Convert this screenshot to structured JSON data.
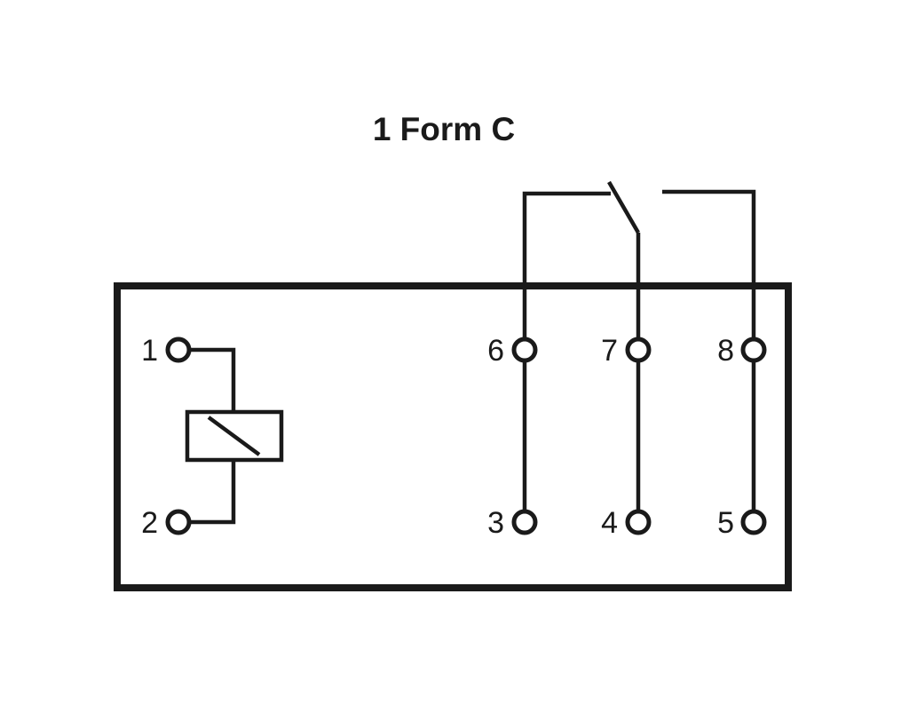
{
  "title": "1 Form C",
  "pins": {
    "p1": "1",
    "p2": "2",
    "p3": "3",
    "p4": "4",
    "p5": "5",
    "p6": "6",
    "p7": "7",
    "p8": "8"
  },
  "colors": {
    "line": "#1a1a1a",
    "background": "#ffffff"
  }
}
